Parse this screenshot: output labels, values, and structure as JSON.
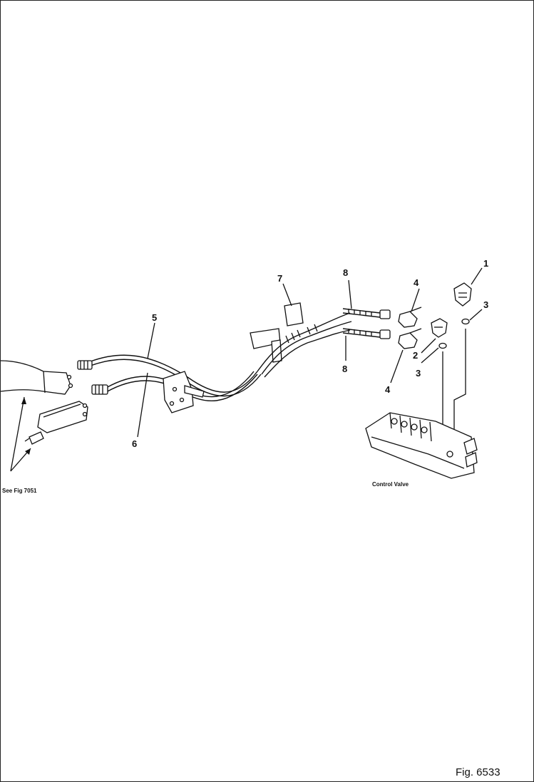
{
  "callouts": {
    "c1": "1",
    "c2": "2",
    "c3a": "3",
    "c3b": "3",
    "c4a": "4",
    "c4b": "4",
    "c5": "5",
    "c6": "6",
    "c7": "7",
    "c8a": "8",
    "c8b": "8"
  },
  "notes": {
    "see_fig": "See Fig 7051",
    "control_valve": "Control Valve"
  },
  "figure_number": "Fig. 6533",
  "colors": {
    "ink": "#111111",
    "background": "#ffffff",
    "border": "#222222"
  }
}
